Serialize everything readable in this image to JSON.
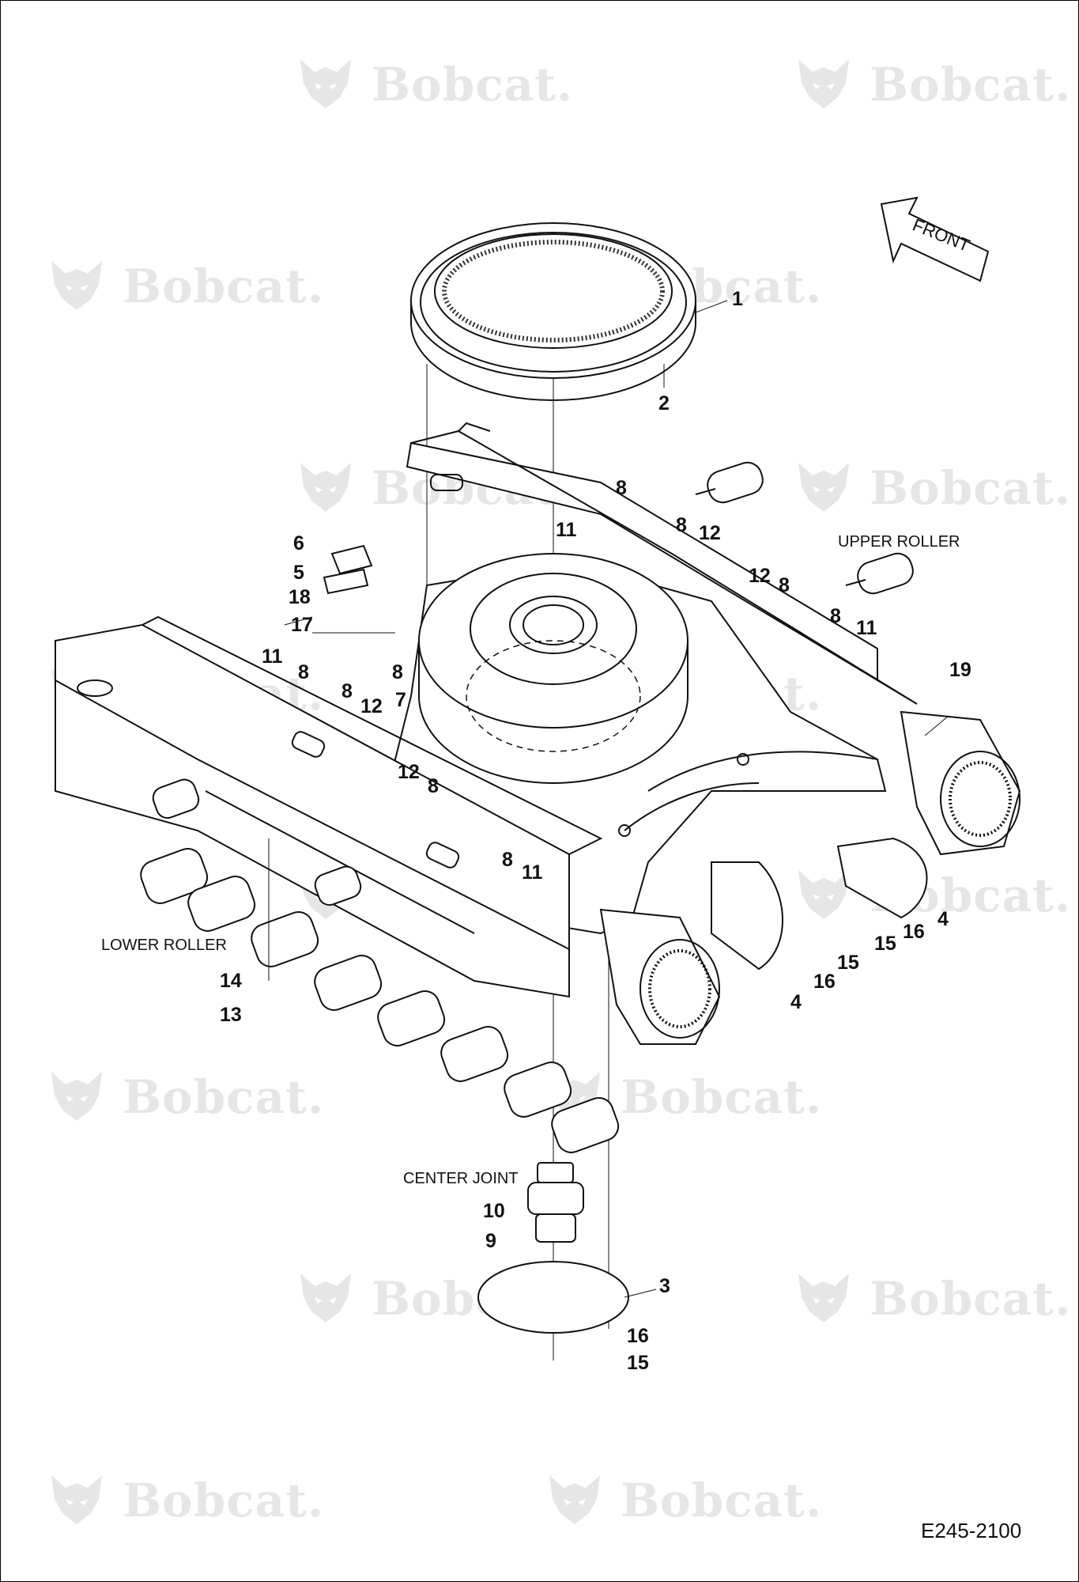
{
  "diagram": {
    "document_id": "E245-2100",
    "brand_watermark": "Bobcat.",
    "front_arrow": "FRONT",
    "captions": {
      "upper_roller": "UPPER ROLLER",
      "lower_roller": "LOWER ROLLER",
      "center_joint": "CENTER JOINT"
    },
    "callouts": [
      "1",
      "2",
      "3",
      "4",
      "4",
      "5",
      "6",
      "7",
      "8",
      "8",
      "8",
      "8",
      "8",
      "8",
      "8",
      "8",
      "8",
      "9",
      "10",
      "11",
      "11",
      "11",
      "11",
      "12",
      "12",
      "12",
      "12",
      "13",
      "14",
      "15",
      "15",
      "15",
      "16",
      "16",
      "16",
      "17",
      "18",
      "19"
    ]
  },
  "colors": {
    "line": "#111111",
    "watermark": "#e6e6e6"
  }
}
